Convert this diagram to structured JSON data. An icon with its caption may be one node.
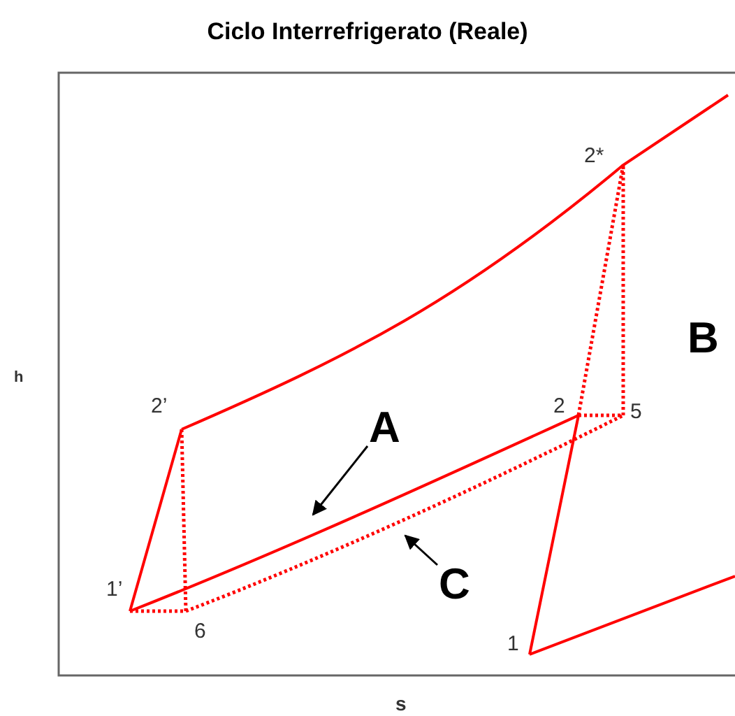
{
  "diagram": {
    "title": "Ciclo Interrefrigerato (Reale)",
    "nodes": [
      {
        "text": [
          "A"
        ]
      },
      {
        "text": [
          "C"
        ]
      }
    ],
    "edges": [
      {
        "from": 0,
        "to": null,
        "arrow": "to"
      },
      {
        "from": 1,
        "to": null,
        "arrow": "to"
      }
    ],
    "labels": [
      "2*",
      "B",
      "h",
      "2’",
      "2",
      "5",
      "1’",
      "6",
      "1",
      "s"
    ]
  }
}
